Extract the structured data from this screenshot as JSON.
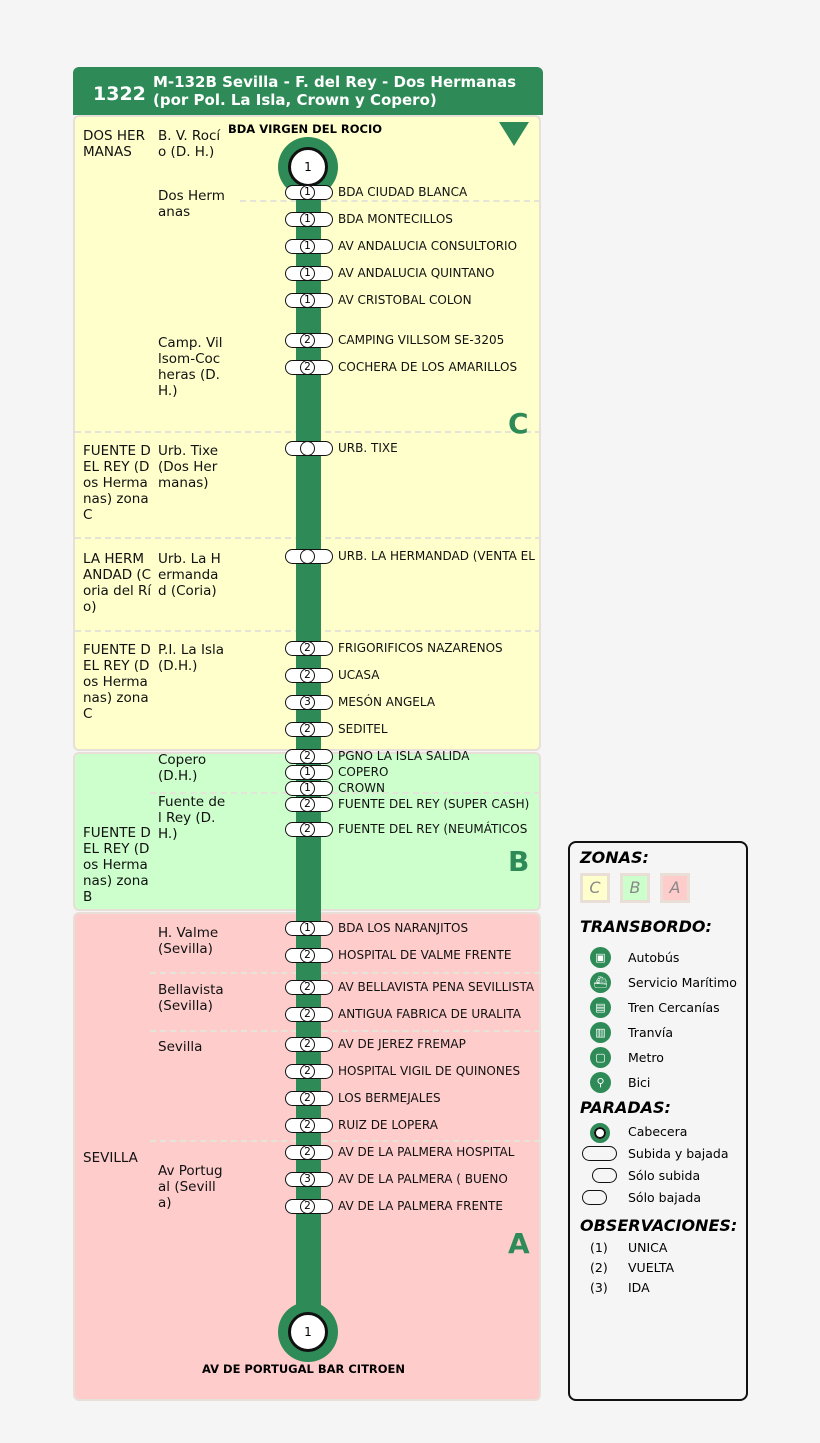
{
  "header": {
    "number": "1322",
    "title_line1": "M-132B Sevilla - F. del Rey - Dos Hermanas",
    "title_line2": "(por Pol. La Isla, Crown y Copero)"
  },
  "colors": {
    "green": "#2e8b57",
    "zone_c": "#ffffcc",
    "zone_b": "#ccffcc",
    "zone_a": "#ffcccc"
  },
  "direction_icon": "triangle-down-icon",
  "terminals": {
    "start": {
      "name": "BDA VIRGEN DEL ROCIO",
      "obs": "1"
    },
    "end": {
      "name": "AV DE PORTUGAL BAR CITROEN",
      "obs": "1"
    }
  },
  "zone_letters": [
    "C",
    "B",
    "A"
  ],
  "municipalities": [
    "DOS HERMANAS",
    "FUENTE DEL REY (Dos Hermanas) zonaC",
    "LA HERMANDAD (Coria del Río)",
    "FUENTE DEL REY (Dos Hermanas) zonaC",
    "FUENTE DEL REY (Dos Hermanas) zonaB",
    "SEVILLA"
  ],
  "localities": [
    "B. V. Rocío (D. H.)",
    "Dos Hermanas",
    "Camp. Villsom-Cocheras (D.H.)",
    "Urb. Tixe (Dos Hermanas)",
    "Urb. La Hermandad (Coria)",
    "P.I. La Isla (D.H.)",
    "Copero (D.H.)",
    "Fuente del Rey (D.H.)",
    "H. Valme (Sevilla)",
    "Bellavista (Sevilla)",
    "Sevilla",
    "Av Portugal (Sevilla)"
  ],
  "stops": [
    {
      "name": "BDA CIUDAD BLANCA",
      "obs": "1"
    },
    {
      "name": "BDA MONTECILLOS",
      "obs": "1"
    },
    {
      "name": "AV ANDALUCIA CONSULTORIO",
      "obs": "1"
    },
    {
      "name": "AV ANDALUCIA QUINTANO",
      "obs": "1"
    },
    {
      "name": "AV CRISTOBAL COLON",
      "obs": "1"
    },
    {
      "name": "CAMPING VILLSOM SE-3205",
      "obs": "2"
    },
    {
      "name": "COCHERA DE LOS AMARILLOS",
      "obs": "2"
    },
    {
      "name": "URB. TIXE",
      "obs": ""
    },
    {
      "name": "URB. LA HERMANDAD (VENTA EL",
      "obs": ""
    },
    {
      "name": "FRIGORIFICOS NAZARENOS",
      "obs": "2"
    },
    {
      "name": "UCASA",
      "obs": "2"
    },
    {
      "name": "MESÓN ANGELA",
      "obs": "3"
    },
    {
      "name": "SEDITEL",
      "obs": "2"
    },
    {
      "name": "PGNO LA ISLA SALIDA",
      "obs": "2"
    },
    {
      "name": "COPERO",
      "obs": "1"
    },
    {
      "name": "CROWN",
      "obs": "1"
    },
    {
      "name": "FUENTE DEL REY (SUPER CASH)",
      "obs": "2"
    },
    {
      "name": "FUENTE DEL REY (NEUMÁTICOS",
      "obs": "2"
    },
    {
      "name": "BDA LOS NARANJITOS",
      "obs": "1"
    },
    {
      "name": "HOSPITAL DE VALME FRENTE",
      "obs": "2"
    },
    {
      "name": "AV BELLAVISTA PENA SEVILLISTA",
      "obs": "2"
    },
    {
      "name": "ANTIGUA FABRICA DE URALITA",
      "obs": "2"
    },
    {
      "name": "AV DE JEREZ FREMAP",
      "obs": "2"
    },
    {
      "name": "HOSPITAL VIGIL DE QUINONES",
      "obs": "2"
    },
    {
      "name": "LOS BERMEJALES",
      "obs": "2"
    },
    {
      "name": "RUIZ DE LOPERA",
      "obs": "2"
    },
    {
      "name": "AV DE LA PALMERA HOSPITAL",
      "obs": "2"
    },
    {
      "name": "AV DE LA PALMERA  ( BUENO",
      "obs": "3"
    },
    {
      "name": "AV DE LA PALMERA FRENTE",
      "obs": "2"
    }
  ],
  "legend": {
    "zonas_title": "ZONAS:",
    "zones": [
      "C",
      "B",
      "A"
    ],
    "transbordo_title": "TRANSBORDO:",
    "transbordo": [
      {
        "icon": "bus-icon",
        "label": "Autobús"
      },
      {
        "icon": "ship-icon",
        "label": "Servicio Marítimo"
      },
      {
        "icon": "train-icon",
        "label": "Tren Cercanías"
      },
      {
        "icon": "tram-icon",
        "label": "Tranvía"
      },
      {
        "icon": "metro-icon",
        "label": "Metro"
      },
      {
        "icon": "bike-icon",
        "label": "Bici"
      }
    ],
    "paradas_title": "PARADAS:",
    "paradas": [
      "Cabecera",
      "Subida y bajada",
      "Sólo subida",
      "Sólo bajada"
    ],
    "obs_title": "OBSERVACIONES:",
    "observaciones": [
      {
        "code": "(1)",
        "label": "UNICA"
      },
      {
        "code": "(2)",
        "label": "VUELTA"
      },
      {
        "code": "(3)",
        "label": "IDA"
      }
    ]
  }
}
